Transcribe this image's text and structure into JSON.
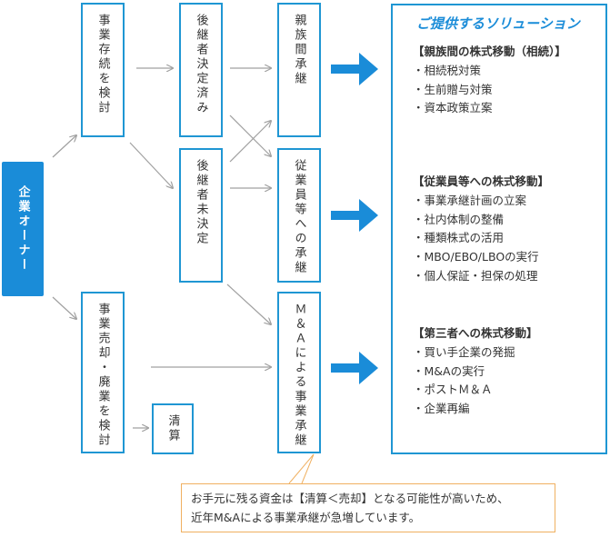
{
  "owner_label": "企業オーナー",
  "boxes": {
    "consider_succession": "事業存続を検討",
    "successor_decided": "後継者決定済み",
    "successor_undecided": "後継者未決定",
    "consider_sale": "事業売却・廃業を検討",
    "liquidation": "清算",
    "family_succession": "親族間承継",
    "employee_succession": "従業員等への承継",
    "ma_succession": "Ｍ＆Ａによる事業承継"
  },
  "solutions": {
    "title": "ご提供するソリューション",
    "groups": [
      {
        "title": "【親族間の株式移動（相続）】",
        "items": [
          "・相続税対策",
          "・生前贈与対策",
          "・資本政策立案"
        ]
      },
      {
        "title": "【従業員等への株式移動】",
        "items": [
          "・事業承継計画の立案",
          "・社内体制の整備",
          "・種類株式の活用",
          "・MBO/EBO/LBOの実行",
          "・個人保証・担保の処理"
        ]
      },
      {
        "title": "【第三者への株式移動】",
        "items": [
          "・買い手企業の発掘",
          "・M&Aの実行",
          "・ポストＭ＆Ａ",
          "・企業再編"
        ]
      }
    ]
  },
  "note": {
    "line1": "お手元に残る資金は【清算＜売却】となる可能性が高いため、",
    "line2": "近年M&Aによる事業承継が急増しています。"
  },
  "colors": {
    "accent": "#1a8cd8",
    "box_border": "#1f96d3",
    "connector": "#a0a0a0",
    "note_border": "#f0b060"
  }
}
